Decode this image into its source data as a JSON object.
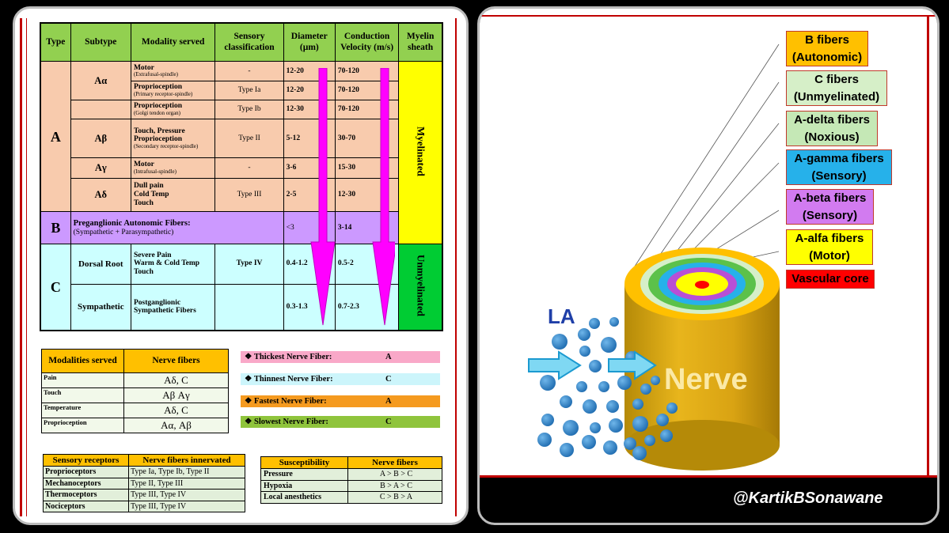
{
  "main_table": {
    "headers": [
      "Type",
      "Subtype",
      "Modality served",
      "Sensory classification",
      "Diameter (µm)",
      "Conduction Velocity (m/s)",
      "Myelin sheath"
    ],
    "type_a": "A",
    "type_b": "B",
    "type_c": "C",
    "a_alpha": "Aα",
    "a_beta": "Aβ",
    "a_gamma": "Aγ",
    "a_delta": "Aδ",
    "rows": [
      {
        "modality": "Motor",
        "note": "(Extrafusal-spindle)",
        "class": "-",
        "diameter": "12-20",
        "velocity": "70-120"
      },
      {
        "modality": "Proprioception",
        "note": "(Primary receptor-spindle)",
        "class": "Type Ia",
        "diameter": "12-20",
        "velocity": "70-120"
      },
      {
        "modality": "Proprioception",
        "note": "(Golgi tendon organ)",
        "class": "Type Ib",
        "diameter": "12-30",
        "velocity": "70-120"
      },
      {
        "modality": "Touch, Pressure",
        "modality2": "Proprioception",
        "note": "(Secondary receptor-spindle)",
        "class": "Type II",
        "diameter": "5-12",
        "velocity": "30-70"
      },
      {
        "modality": "Motor",
        "note": "(Intrafusal-spindle)",
        "class": "-",
        "diameter": "3-6",
        "velocity": "15-30"
      },
      {
        "modality": "Dull pain",
        "modality2": "Cold Temp",
        "modality3": "Touch",
        "class": "Type III",
        "diameter": "2-5",
        "velocity": "12-30"
      }
    ],
    "b_row": {
      "text": "Preganglionic Autonomic Fibers:",
      "note": "(Sympathetic + Parasympathetic)",
      "diameter": "<3",
      "velocity": "3-14"
    },
    "c_dorsal": {
      "subtype": "Dorsal Root",
      "m1": "Severe Pain",
      "m2": "Warm & Cold Temp",
      "m3": "Touch",
      "class": "Type IV",
      "diameter": "0.4-1.2",
      "velocity": "0.5-2"
    },
    "c_symp": {
      "subtype": "Sympathetic",
      "m1": "Postganglionic",
      "m2": "Sympathetic Fibers",
      "diameter": "0.3-1.3",
      "velocity": "0.7-2.3"
    },
    "myelinated": "Myelinated",
    "unmyelinated": "Unmyelinated"
  },
  "modality_table": {
    "h1": "Modalities served",
    "h2": "Nerve fibers",
    "rows": [
      {
        "label": "Pain",
        "value": "Aδ, C"
      },
      {
        "label": "Touch",
        "value": "Aβ Aγ"
      },
      {
        "label": "Temperature",
        "value": "Aδ, C"
      },
      {
        "label": "Proprioception",
        "value": "Aα, Aβ"
      }
    ]
  },
  "facts": [
    {
      "label": "❖ Thickest Nerve Fiber:",
      "value": "A",
      "color": "#f9a8c8"
    },
    {
      "label": "❖ Thinnest Nerve Fiber:",
      "value": "C",
      "color": "#ccf5fb"
    },
    {
      "label": "❖ Fastest Nerve Fiber:",
      "value": "A",
      "color": "#f59a1f"
    },
    {
      "label": "❖ Slowest Nerve Fiber:",
      "value": "C",
      "color": "#8fc43c"
    }
  ],
  "receptor_table": {
    "h1": "Sensory receptors",
    "h2": "Nerve fibers innervated",
    "rows": [
      {
        "label": "Proprioceptors",
        "value": "Type Ia, Type Ib, Type II"
      },
      {
        "label": "Mechanoceptors",
        "value": "Type II, Type III"
      },
      {
        "label": "Thermoceptors",
        "value": "Type III, Type IV"
      },
      {
        "label": "Nociceptors",
        "value": "Type III, Type IV"
      }
    ]
  },
  "susceptibility_table": {
    "h1": "Susceptibility",
    "h2": "Nerve fibers",
    "rows": [
      {
        "label": "Pressure",
        "value": "A > B > C"
      },
      {
        "label": "Hypoxia",
        "value": "B > A > C"
      },
      {
        "label": "Local anesthetics",
        "value": "C > B > A"
      }
    ]
  },
  "diagram": {
    "la_label": "LA",
    "nerve_label": "Nerve",
    "labels": [
      {
        "l1": "B fibers",
        "l2": "(Autonomic)",
        "color": "#ffc000"
      },
      {
        "l1": "C fibers",
        "l2": "(Unmyelinated)",
        "color": "#d6efc8"
      },
      {
        "l1": "A-delta fibers",
        "l2": "(Noxious)",
        "color": "#c5e8b6"
      },
      {
        "l1": "A-gamma fibers",
        "l2": "(Sensory)",
        "color": "#26b1ea"
      },
      {
        "l1": "A-beta fibers",
        "l2": "(Sensory)",
        "color": "#d27bf0"
      },
      {
        "l1": "A-alfa fibers",
        "l2": "(Motor)",
        "color": "#ffff00"
      },
      {
        "l1": "Vascular core",
        "color": "#ff0000"
      }
    ],
    "handle": "@KartikBSonawane"
  }
}
